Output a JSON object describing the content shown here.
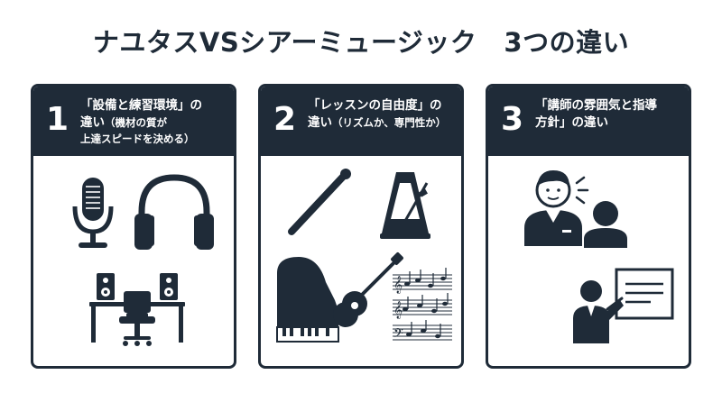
{
  "title": {
    "main": "ナユタスVSシアーミュージック",
    "sub": "3つの違い"
  },
  "cards": [
    {
      "number": "1",
      "line1": "「設備と練習環境」の",
      "line2_main": "違い",
      "line2_sub": "（機材の質が",
      "line3": "上達スピードを決める）",
      "icons": [
        "microphone-icon",
        "headphones-icon",
        "studio-desk-icon"
      ]
    },
    {
      "number": "2",
      "line1": "「レッスンの自由度」の",
      "line2_main": "違い",
      "line2_sub": "（リズムか、専門性か）",
      "line3": "",
      "icons": [
        "drumstick-icon",
        "metronome-icon",
        "piano-icon",
        "guitar-icon",
        "sheet-music-icon"
      ]
    },
    {
      "number": "3",
      "line1": "「講師の雰囲気と指導",
      "line2_main": "方針」の違い",
      "line2_sub": "",
      "line3": "",
      "icons": [
        "instructor-talking-icon",
        "teacher-whiteboard-icon"
      ]
    }
  ],
  "colors": {
    "navy": "#1f2b38",
    "white": "#ffffff"
  }
}
